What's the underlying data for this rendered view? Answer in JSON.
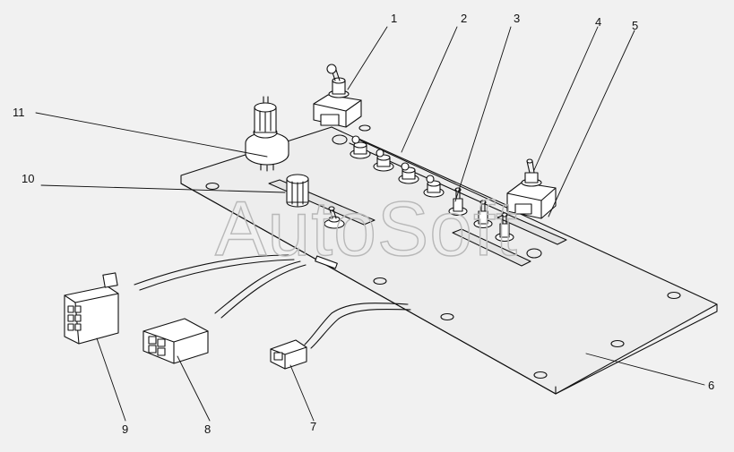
{
  "watermark": "AutoSoft",
  "callouts": [
    {
      "id": "1",
      "label": "1"
    },
    {
      "id": "2",
      "label": "2"
    },
    {
      "id": "3",
      "label": "3"
    },
    {
      "id": "4",
      "label": "4"
    },
    {
      "id": "5",
      "label": "5"
    },
    {
      "id": "6",
      "label": "6"
    },
    {
      "id": "7",
      "label": "7"
    },
    {
      "id": "8",
      "label": "8"
    },
    {
      "id": "9",
      "label": "9"
    },
    {
      "id": "10",
      "label": "10"
    },
    {
      "id": "11",
      "label": "11"
    }
  ]
}
